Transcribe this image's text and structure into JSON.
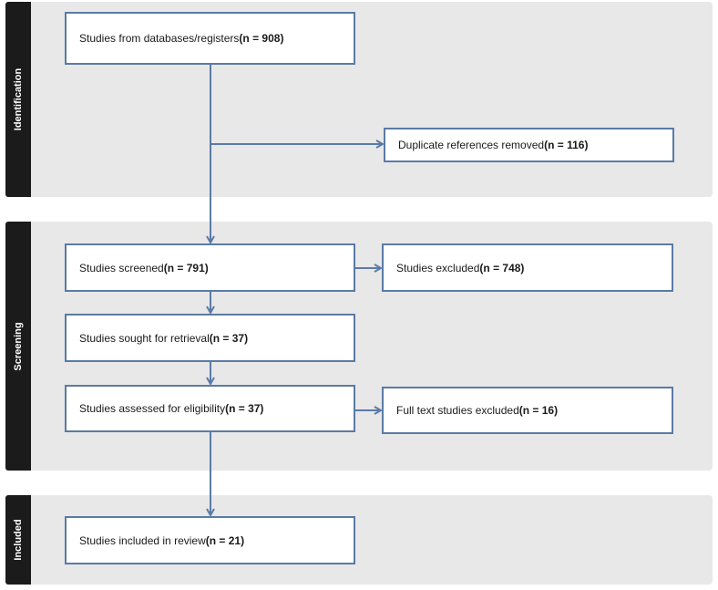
{
  "stages": {
    "identification": "Identification",
    "screening": "Screening",
    "included": "Included"
  },
  "boxes": {
    "databases": {
      "text": "Studies from databases/registers ",
      "count": "(n = 908)"
    },
    "duplicates": {
      "text": "Duplicate references removed ",
      "count": "(n = 116)"
    },
    "screened": {
      "text": "Studies screened ",
      "count": "(n = 791)"
    },
    "excluded": {
      "text": "Studies excluded ",
      "count": "(n = 748)"
    },
    "retrieval": {
      "text": "Studies sought for retrieval ",
      "count": "(n = 37)"
    },
    "eligibility": {
      "text": "Studies assessed for eligibility ",
      "count": "(n = 37)"
    },
    "fulltext_excluded": {
      "text": "Full text studies excluded ",
      "count": "(n = 16)"
    },
    "included": {
      "text": "Studies included in review ",
      "count": "(n = 21)"
    }
  },
  "colors": {
    "panel": "#e8e8e8",
    "tab": "#1b1b1b",
    "arrow": "#5b7aa6",
    "box_border": "#5b7aa6"
  }
}
